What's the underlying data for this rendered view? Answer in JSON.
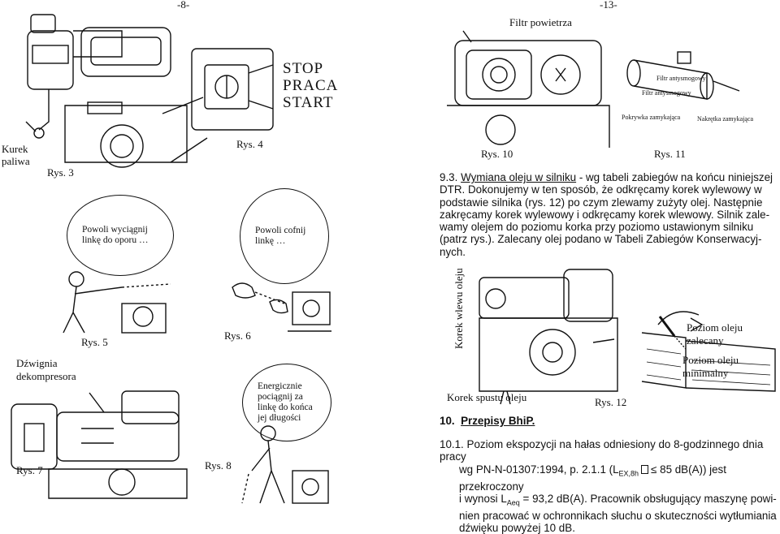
{
  "page_left": "-8-",
  "page_right": "-13-",
  "labels": {
    "kurek_paliwa_1": "Kurek",
    "kurek_paliwa_2": "paliwa",
    "rys3": "Rys. 3",
    "rys4": "Rys. 4",
    "stop1": "STOP",
    "stop2": "PRACA",
    "stop3": "START",
    "rys5": "Rys. 5",
    "rys6": "Rys. 6",
    "dzwignia1": "Dźwignia",
    "dzwignia2": "dekompresora",
    "rys7": "Rys. 7",
    "rys8": "Rys. 8",
    "filtr_powietrza": "Filtr powietrza",
    "rys10": "Rys. 10",
    "rys11": "Rys. 11",
    "filtr_antysmog": "Filtr antysmogowy",
    "filtr_antysmog2": "Filtr antysmogowy",
    "pokrywka": "Pokrywka zamykająca",
    "nakretka": "Nakrętka zamykająca",
    "korek_wlewu": "Korek wlewu oleju",
    "korek_spustu": "Korek spustu  oleju",
    "rys12": "Rys. 12",
    "poziom_zalecany": "Poziom oleju zalecany",
    "poziom_minimalny": "Poziom oleju minimalny"
  },
  "bubbles": {
    "b1": "Powoli wyciągnij linkę do oporu …",
    "b2": "Powoli cofnij linkę …",
    "b3": "Energicznie pociągnij za linkę do końca jej długości"
  },
  "section9_3": {
    "num": "9.3.",
    "title": "Wymiana oleju w silniku",
    "lines": [
      " -  wg tabeli zabiegów na końcu niniejszej",
      "DTR. Dokonujemy w ten sposób, że odkręcamy korek wylewowy w",
      "podstawie silnika (rys. 12) po czym zlewamy zużyty olej. Następnie",
      "zakręcamy korek wylewowy i odkręcamy korek wlewowy. Silnik zale-",
      "wamy olejem do poziomu korka przy poziomo ustawionym silniku",
      "(patrz rys.). Zalecany olej podano w Tabeli Zabiegów Konserwacyj-",
      "nych."
    ]
  },
  "section10": {
    "num": "10.",
    "title": "Przepisy BhiP."
  },
  "section10_1": {
    "num": "10.1.",
    "line1": "Poziom ekspozycji na hałas odniesiony do 8-godzinnego dnia pracy",
    "line2_a": "wg  PN-N-01307:1994, p. 2.1.1 (L",
    "line2_sub": "EX,8h",
    "line2_b": "≤  85 dB(A))  jest przekroczony",
    "line3_a": "i wynosi   L",
    "line3_sub": "Aeq",
    "line3_b": " =  93,2  dB(A).  Pracownik obsługujący maszynę powi-",
    "line4": "nien pracować w  ochronnikach słuchu o skuteczności wytłumiania",
    "line5": "dźwięku powyżej 10 dB."
  }
}
